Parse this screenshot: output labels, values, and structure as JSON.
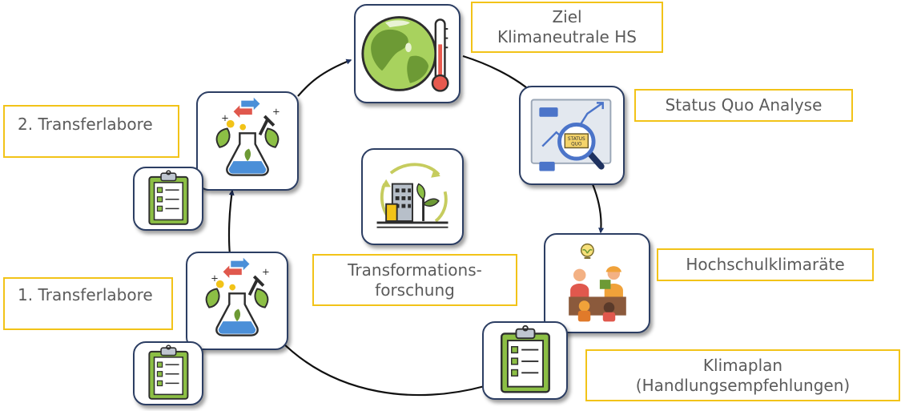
{
  "colors": {
    "card_border": "#2c3e63",
    "label_border": "#f2c318",
    "label_text": "#5b5b5b",
    "cycle_line": "#111111"
  },
  "labels": {
    "ziel": {
      "line1": "Ziel",
      "line2": "Klimaneutrale HS"
    },
    "status_quo": "Status Quo Analyse",
    "hochschulklimaraete": "Hochschulklimaräte",
    "klimaplan": {
      "line1": "Klimaplan",
      "line2": "(Handlungsempfehlungen)"
    },
    "transferlabore_1": "1. Transferlabore",
    "transferlabore_2": "2. Transferlabore",
    "transformationsforschung": {
      "line1": "Transformations-",
      "line2": "forschung"
    }
  },
  "icons": {
    "globe": "globe-thermometer-icon",
    "analysis": "status-quo-analysis-icon",
    "status_sign": "STATUS QUO",
    "meeting": "climate-council-meeting-icon",
    "lab": "lab-flask-plants-icon",
    "clipboard": "checklist-clipboard-icon",
    "city": "city-nature-cycle-icon"
  }
}
